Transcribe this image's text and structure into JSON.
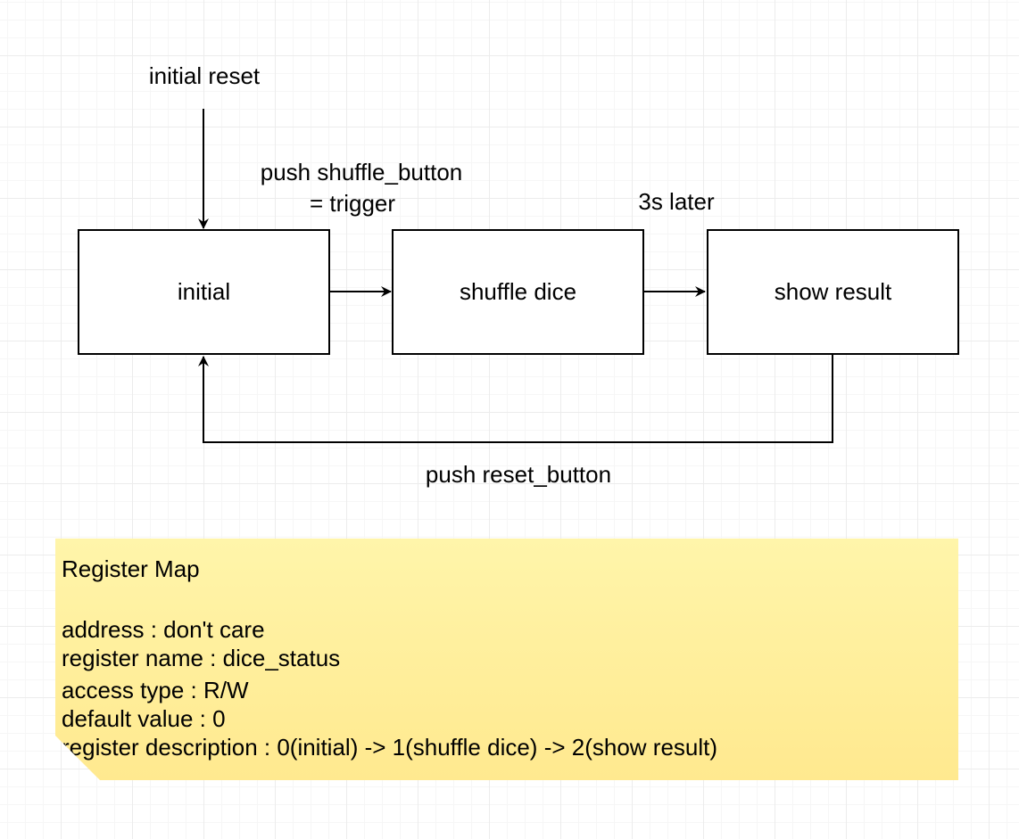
{
  "diagram": {
    "nodes": {
      "initial": "initial",
      "shuffle": "shuffle dice",
      "show": "show result"
    },
    "edges": {
      "reset_in": "initial reset",
      "trigger_line1": "push shuffle_button",
      "trigger_line2": "= trigger",
      "delay": "3s later",
      "reset_back": "push reset_button"
    }
  },
  "register_note": {
    "title": "Register Map",
    "address": "address : don't care",
    "name": "register name : dice_status",
    "access": "access type : R/W",
    "default": "default value : 0",
    "description": "register description : 0(initial) -> 1(shuffle dice) -> 2(show result)"
  },
  "colors": {
    "note_fill_top": "#fff5aa",
    "note_fill_bottom": "#ffe98f",
    "stroke": "#000000"
  }
}
